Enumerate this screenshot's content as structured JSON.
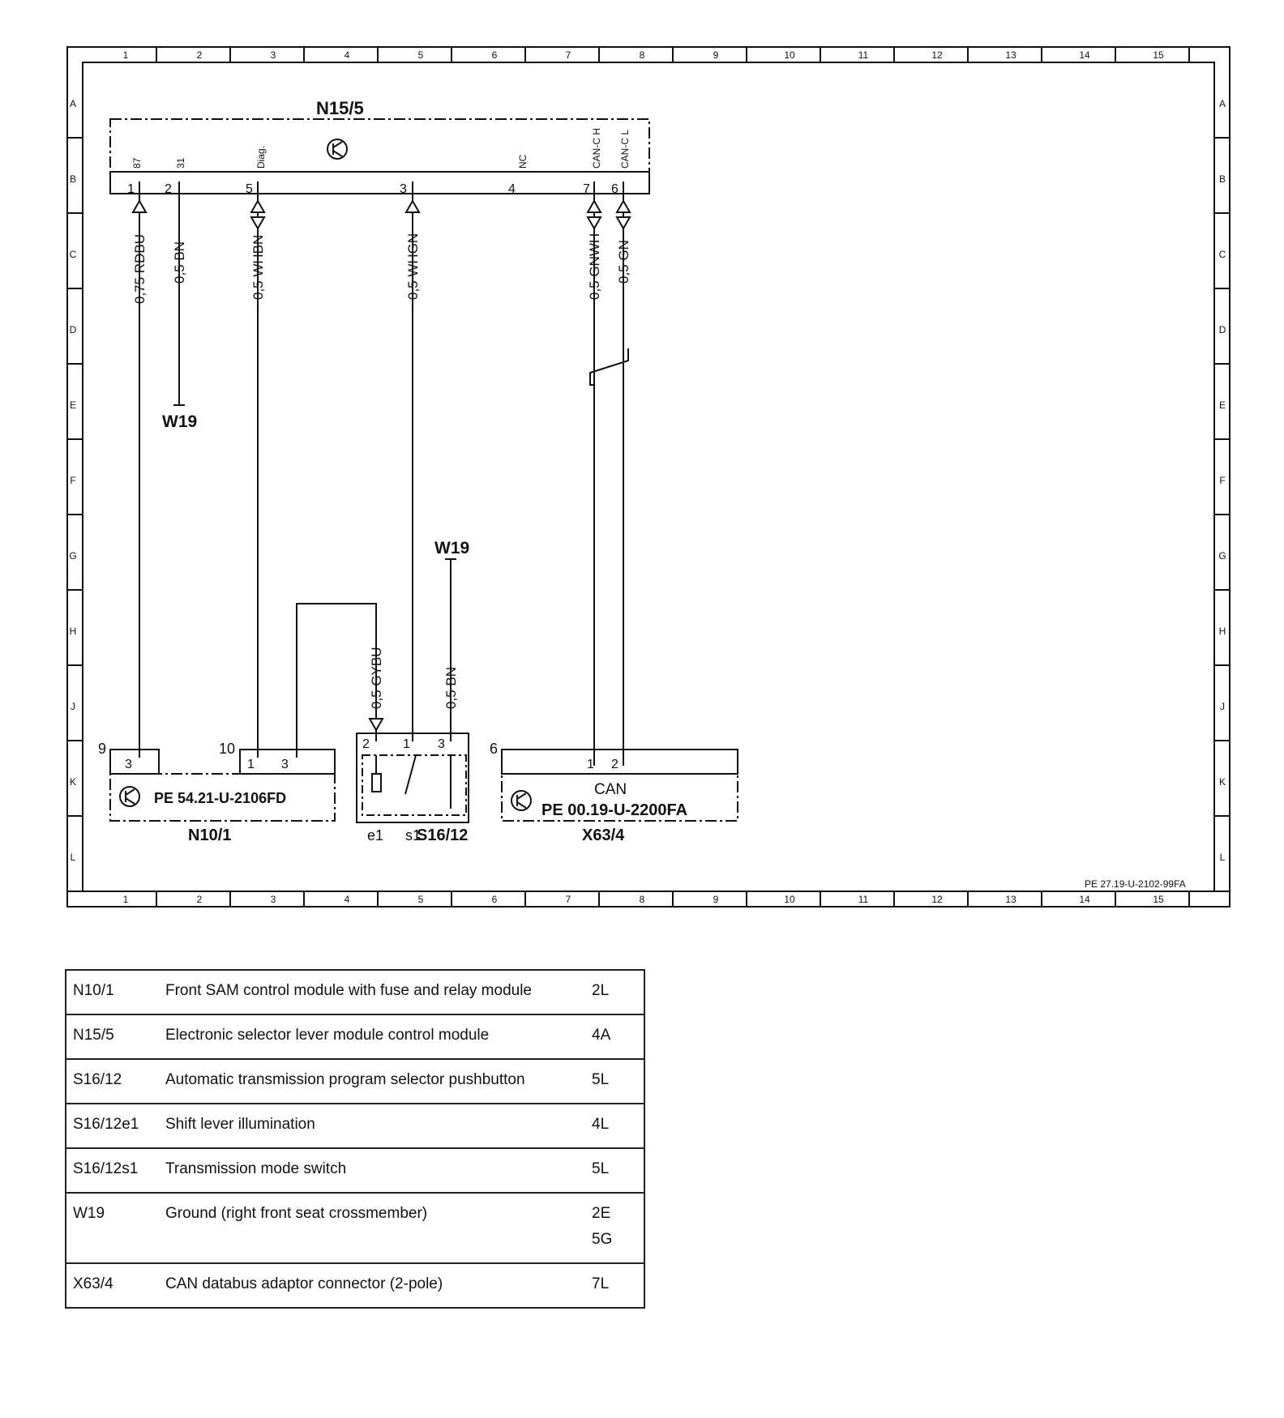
{
  "diagram": {
    "columns": [
      "1",
      "2",
      "3",
      "4",
      "5",
      "6",
      "7",
      "8",
      "9",
      "10",
      "11",
      "12",
      "13",
      "14",
      "15"
    ],
    "rows": [
      "A",
      "B",
      "C",
      "D",
      "E",
      "F",
      "G",
      "H",
      "J",
      "K",
      "L"
    ],
    "page_ref": "PE 27.19-U-2102-99FA",
    "components": {
      "n15_5": {
        "id": "N15/5",
        "pins": [
          {
            "num": "1",
            "name": "87"
          },
          {
            "num": "2",
            "name": "31"
          },
          {
            "num": "5",
            "name": "Diag."
          },
          {
            "num": "3",
            "name": ""
          },
          {
            "num": "4",
            "name": "NC"
          },
          {
            "num": "7",
            "name": "CAN-C H"
          },
          {
            "num": "6",
            "name": "CAN-C L"
          }
        ]
      },
      "n10_1": {
        "id": "N10/1",
        "ref": "PE 54.21-U-2106FD",
        "conn": "9",
        "conn2": "10",
        "pin3a": "3",
        "pin1": "1",
        "pin3b": "3"
      },
      "s16_12": {
        "id": "S16/12",
        "e1": "e1",
        "s1": "s1",
        "pin2": "2",
        "pin1": "1",
        "pin3": "3"
      },
      "x63_4": {
        "id": "X63/4",
        "ref": "PE 00.19-U-2200FA",
        "conn": "6",
        "pin1": "1",
        "pin2": "2",
        "bus": "CAN"
      },
      "w19_a": "W19",
      "w19_b": "W19"
    },
    "wires": {
      "w1": "0,75 RDBU",
      "w2": "0,5 BN",
      "w3": "0,5 WHBN",
      "w4": "0,5 WHGN",
      "w5": "0,5 GNWH",
      "w6": "0,5 GN",
      "w7": "0,5 GYBU",
      "w8": "0,5 BN"
    }
  },
  "legend": [
    {
      "code": "N10/1",
      "desc": "Front SAM control module with fuse and relay module",
      "loc": "2L"
    },
    {
      "code": "N15/5",
      "desc": "Electronic selector lever module control module",
      "loc": "4A"
    },
    {
      "code": "S16/12",
      "desc": "Automatic transmission program selector pushbutton",
      "loc": "5L"
    },
    {
      "code": "S16/12e1",
      "desc": "Shift lever illumination",
      "loc": "4L"
    },
    {
      "code": "S16/12s1",
      "desc": "Transmission mode switch",
      "loc": "5L"
    },
    {
      "code": "W19",
      "desc": "Ground (right front seat crossmember)",
      "loc": "2E\n5G"
    },
    {
      "code": "X63/4",
      "desc": "CAN databus adaptor connector (2-pole)",
      "loc": "7L"
    }
  ]
}
